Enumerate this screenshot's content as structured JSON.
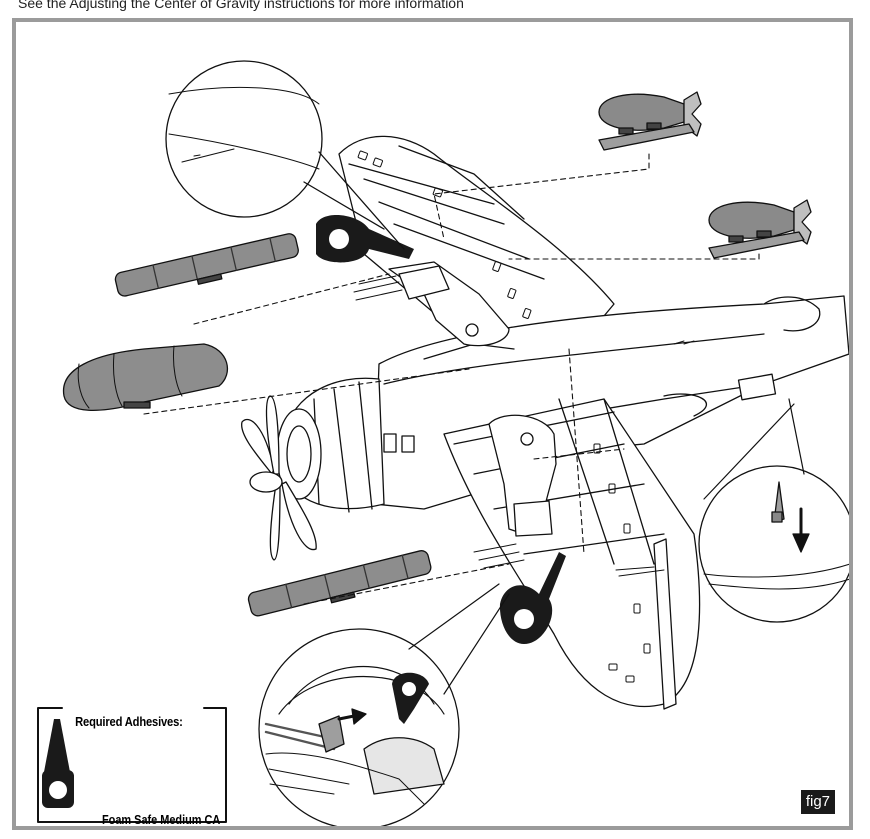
{
  "caption": "See the Adjusting the Center of Gravity instructions for more information",
  "adhesives": {
    "title": "Required Adhesives:",
    "product": "Foam Safe Medium CA"
  },
  "figure": {
    "label": "fig7",
    "icons": [
      "aircraft-assembly-illustration",
      "ca-glue-bottle-icon",
      "ordnance-bomb-icon",
      "rocket-tube-icon",
      "drop-tank-icon",
      "detail-callout-icon",
      "down-arrow-icon",
      "right-arrow-icon",
      "propeller-icon"
    ]
  }
}
